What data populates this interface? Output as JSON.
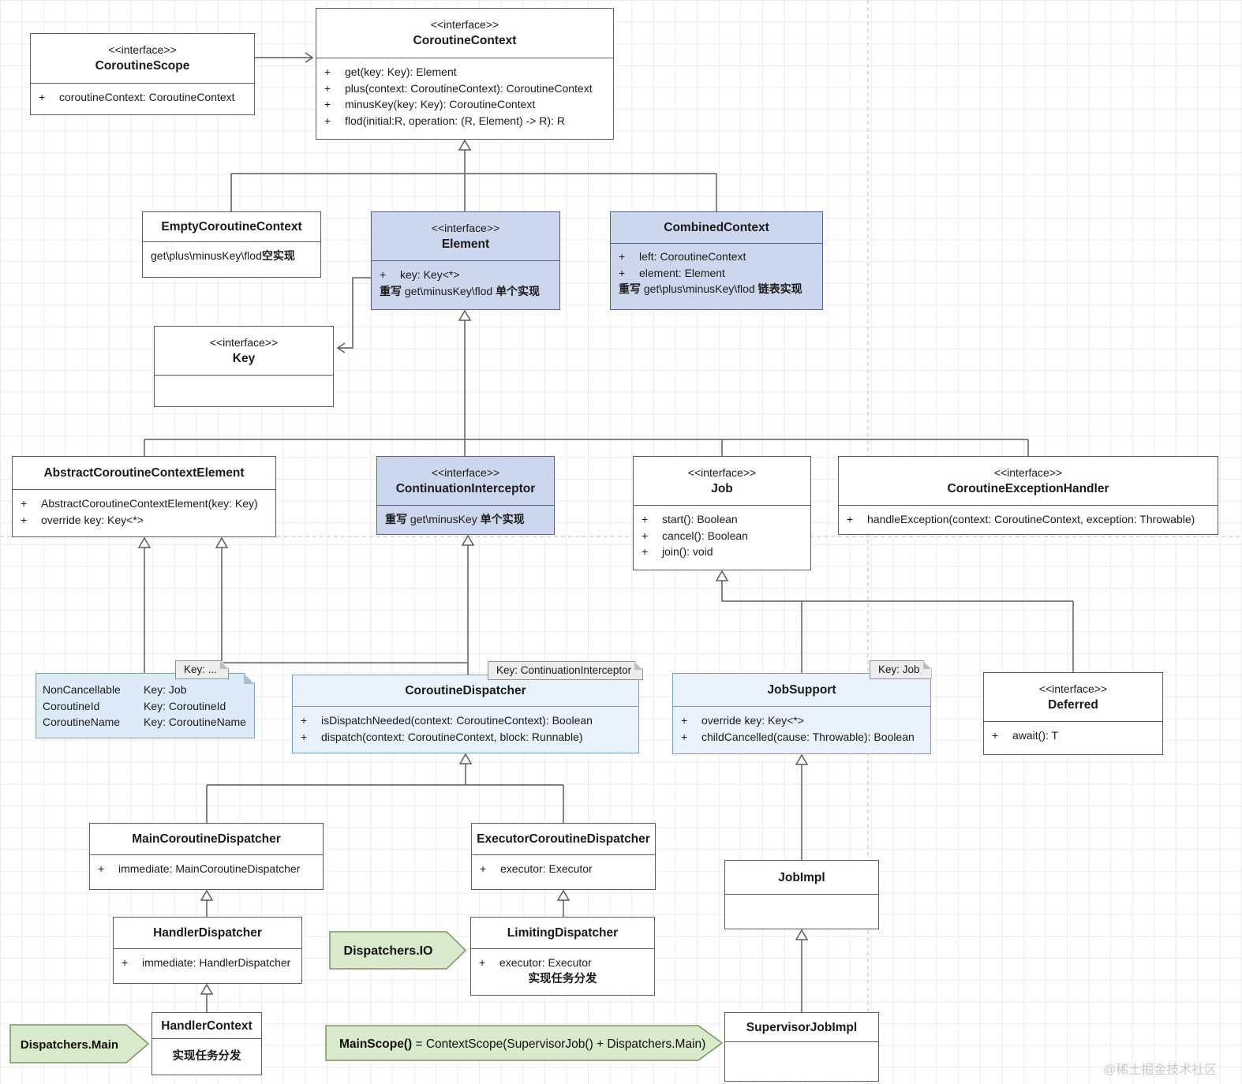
{
  "colors": {
    "box_border": "#5b5b5b",
    "blue_border": "#56618c",
    "lightblue_border": "#7c9cbe",
    "interface_fill": "#ccd6ec",
    "impl_fill": "#e9f2fb",
    "note_fill": "#ddebf8",
    "green_fill": "#d9e9cb",
    "green_border": "#7e9165",
    "line": "#5d5d5d",
    "dashed": "#bcbcbc",
    "tag_fill": "#ededed",
    "watermark": "#c9c9c9"
  },
  "watermark": "@稀土掘金技术社区",
  "classes": {
    "coroutine_scope": {
      "stereotype": "<<interface>>",
      "name": "CoroutineScope",
      "m1_vis": "+",
      "m1": "coroutineContext: CoroutineContext"
    },
    "coroutine_context": {
      "stereotype": "<<interface>>",
      "name": "CoroutineContext",
      "m1_vis": "+",
      "m1": "get(key: Key): Element",
      "m2_vis": "+",
      "m2": "plus(context: CoroutineContext): CoroutineContext",
      "m3_vis": "+",
      "m3": "minusKey(key: Key): CoroutineContext",
      "m4_vis": "+",
      "m4": "flod(initial:R, operation: (R, Element) -> R): R"
    },
    "empty_coroutine_context": {
      "name": "EmptyCoroutineContext",
      "m1": "get\\plus\\minusKey\\flod ",
      "m1_bold": "空实现"
    },
    "element": {
      "stereotype": "<<interface>>",
      "name": "Element",
      "m1_vis": "+",
      "m1": "key: Key<*>",
      "m2_bold1": "重写",
      "m2": " get\\minusKey\\flod ",
      "m2_bold2": "单个实现"
    },
    "combined_context": {
      "name": "CombinedContext",
      "m1_vis": "+",
      "m1": "left: CoroutineContext",
      "m2_vis": "+",
      "m2": "element: Element",
      "m3_bold1": "重写",
      "m3": " get\\plus\\minusKey\\flod ",
      "m3_bold2": "链表实现"
    },
    "key": {
      "stereotype": "<<interface>>",
      "name": "Key"
    },
    "abstract_coroutine_context_element": {
      "name": "AbstractCoroutineContextElement",
      "m1_vis": "+",
      "m1": "AbstractCoroutineContextElement(key: Key)",
      "m2_vis": "+",
      "m2": "override key: Key<*>"
    },
    "continuation_interceptor": {
      "stereotype": "<<interface>>",
      "name": "ContinuationInterceptor",
      "m1_bold1": "重写",
      "m1": " get\\minusKey ",
      "m1_bold2": "单个实现"
    },
    "job": {
      "stereotype": "<<interface>>",
      "name": "Job",
      "m1_vis": "+",
      "m1": "start(): Boolean",
      "m2_vis": "+",
      "m2": "cancel(): Boolean",
      "m3_vis": "+",
      "m3": "join(): void"
    },
    "coroutine_exception_handler": {
      "stereotype": "<<interface>>",
      "name": "CoroutineExceptionHandler",
      "m1_vis": "+",
      "m1": "handleException(context: CoroutineContext, exception: Throwable)"
    },
    "coroutine_dispatcher": {
      "tag": "Key: ContinuationInterceptor",
      "name": "CoroutineDispatcher",
      "m1_vis": "+",
      "m1": "isDispatchNeeded(context: CoroutineContext): Boolean",
      "m2_vis": "+",
      "m2": "dispatch(context: CoroutineContext, block: Runnable)"
    },
    "job_support": {
      "tag": "Key: Job",
      "name": "JobSupport",
      "m1_vis": "+",
      "m1": "override key: Key<*>",
      "m2_vis": "+",
      "m2": "childCancelled(cause: Throwable): Boolean"
    },
    "deferred": {
      "stereotype": "<<interface>>",
      "name": "Deferred",
      "m1_vis": "+",
      "m1": "await(): T"
    },
    "main_coroutine_dispatcher": {
      "name": "MainCoroutineDispatcher",
      "m1_vis": "+",
      "m1": "immediate: MainCoroutineDispatcher"
    },
    "executor_coroutine_dispatcher": {
      "name": "ExecutorCoroutineDispatcher",
      "m1_vis": "+",
      "m1": "executor: Executor"
    },
    "job_impl": {
      "name": "JobImpl"
    },
    "handler_dispatcher": {
      "name": "HandlerDispatcher",
      "m1_vis": "+",
      "m1": "immediate: HandlerDispatcher"
    },
    "limiting_dispatcher": {
      "name": "LimitingDispatcher",
      "m1_vis": "+",
      "m1": "executor: Executor",
      "m2_bold": "实现任务分发"
    },
    "handler_context": {
      "name": "HandlerContext",
      "m1_bold": "实现任务分发"
    },
    "supervisor_job_impl": {
      "name": "SupervisorJobImpl"
    }
  },
  "note": {
    "tag": "Key: ...",
    "rows": [
      {
        "left": "NonCancellable",
        "right": "Key: Job"
      },
      {
        "left": "CoroutineId",
        "right": "Key: CoroutineId"
      },
      {
        "left": "CoroutineName",
        "right": "Key: CoroutineName"
      }
    ]
  },
  "labels": {
    "dispatchers_io": "Dispatchers.IO",
    "dispatchers_main": "Dispatchers.Main",
    "main_scope_bold": "MainScope()",
    "main_scope_rest": " = ContextScope(SupervisorJob() + Dispatchers.Main)"
  }
}
